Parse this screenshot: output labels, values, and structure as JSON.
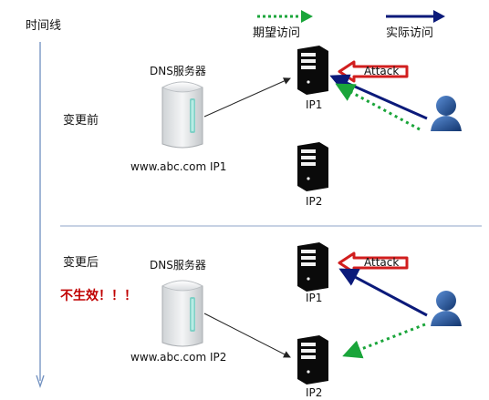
{
  "timeline_label": "时间线",
  "legend": {
    "expected": "期望访问",
    "actual": "实际访问"
  },
  "colors": {
    "expected": "#1aa53a",
    "actual": "#0b1a7a",
    "attack": "#d11e1e",
    "divider": "#8fa6c8",
    "timeline": "#6f8fbf"
  },
  "before": {
    "label": "变更前",
    "dns_title": "DNS服务器",
    "dns_record": "www.abc.com  IP1",
    "ip1": "IP1",
    "ip2": "IP2",
    "attack": "Attack"
  },
  "after": {
    "label": "变更后",
    "dns_title": "DNS服务器",
    "dns_record": "www.abc.com  IP2",
    "note": "不生效！！！",
    "ip1": "IP1",
    "ip2": "IP2",
    "attack": "Attack"
  }
}
